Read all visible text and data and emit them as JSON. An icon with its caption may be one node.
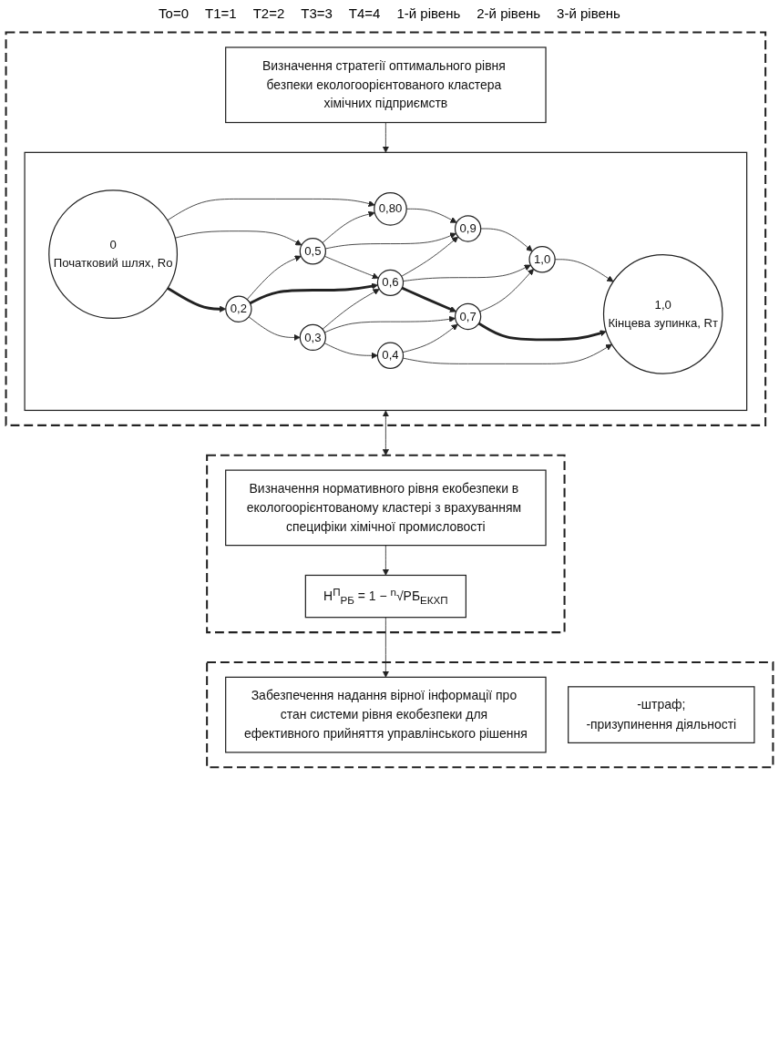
{
  "diagram": {
    "nodes": [
      {
        "text": [],
        "shape": "box"
      },
      {
        "text": [
          "Визначення стратегії оптимального рівня безпеки екологоорієнтованого кластера хімічних підприємств"
        ],
        "in": 0
      },
      {
        "text": [],
        "shape": "box",
        "in": 0
      },
      {
        "text": [
          "0",
          "Початковий шлях, Ro"
        ],
        "in": 2
      },
      {
        "text": [
          "0,80"
        ],
        "in": 2
      },
      {
        "text": [
          "0,5"
        ],
        "in": 2
      },
      {
        "text": [
          "0,2"
        ],
        "in": 2
      },
      {
        "text": [
          "0,9"
        ],
        "in": 2
      },
      {
        "text": [
          "0,6"
        ],
        "in": 2
      },
      {
        "text": [
          "0,3"
        ],
        "in": 2
      },
      {
        "text": [
          "1,0"
        ],
        "in": 2
      },
      {
        "text": [
          "0,7"
        ],
        "in": 2
      },
      {
        "text": [
          "0,4"
        ],
        "in": 2
      },
      {
        "text": [
          "1,0",
          "Кінцева зупинка, Rт"
        ],
        "in": 2
      },
      {
        "text": [],
        "shape": "box"
      },
      {
        "text": [
          "Визначення нормативного рівня екобезпеки в екологоорієнтованому кластері з врахуванням специфіки хімічної промисловості"
        ],
        "in": 14
      },
      {
        "text": [
          "H$^{П}$$_{РБ}$ = 1 − $^{n}$√РБ$_{ЕКХП}$"
        ],
        "in": 14
      },
      {
        "text": [],
        "shape": "box"
      },
      {
        "text": [
          "Забезпечення надання вірної інформації про стан системи рівня екобезпеки для ефективного прийняття управлінського рішення"
        ],
        "in": 17
      },
      {
        "text": [
          "-штраф;",
          "-призупинення діяльності"
        ],
        "in": 17
      }
    ],
    "edges": [
      {
        "from": 1,
        "to": 2,
        "arrow": "to"
      },
      {
        "from": 3,
        "to": 4,
        "arrow": "to"
      },
      {
        "from": 3,
        "to": 5,
        "arrow": "to"
      },
      {
        "from": 3,
        "to": 6,
        "arrow": "to",
        "style": "thick"
      },
      {
        "from": 4,
        "to": 7,
        "arrow": "to"
      },
      {
        "from": 5,
        "to": 7,
        "arrow": "to"
      },
      {
        "from": 5,
        "to": 8,
        "arrow": "to"
      },
      {
        "from": 6,
        "to": 8,
        "arrow": "to",
        "style": "thick"
      },
      {
        "from": 6,
        "to": 9,
        "arrow": "to"
      },
      {
        "from": 7,
        "to": 10,
        "arrow": "to"
      },
      {
        "from": 8,
        "to": 10,
        "arrow": "to"
      },
      {
        "from": 8,
        "to": 11,
        "arrow": "to",
        "style": "thick"
      },
      {
        "from": 9,
        "to": 11,
        "arrow": "to"
      },
      {
        "from": 9,
        "to": 12,
        "arrow": "to"
      },
      {
        "from": 10,
        "to": 13,
        "arrow": "to"
      },
      {
        "from": 11,
        "to": 13,
        "arrow": "to",
        "style": "thick"
      },
      {
        "from": 12,
        "to": 13,
        "arrow": "to"
      },
      {
        "from": 5,
        "to": 4,
        "arrow": "to"
      },
      {
        "from": 6,
        "to": 5,
        "arrow": "to"
      },
      {
        "from": 8,
        "to": 7,
        "arrow": "to"
      },
      {
        "from": 9,
        "to": 8,
        "arrow": "to"
      },
      {
        "from": 11,
        "to": 10,
        "arrow": "to"
      },
      {
        "from": 12,
        "to": 11,
        "arrow": "to"
      },
      {
        "from": 2,
        "to": 14,
        "arrow": "both"
      },
      {
        "from": 15,
        "to": 16,
        "arrow": "to"
      },
      {
        "from": 16,
        "to": 18,
        "arrow": "to"
      }
    ],
    "labels": [
      "To=0",
      "T1=1",
      "T2=2",
      "T3=3",
      "T4=4",
      "1-й рівень",
      "2-й рівень",
      "3-й рівень"
    ]
  }
}
